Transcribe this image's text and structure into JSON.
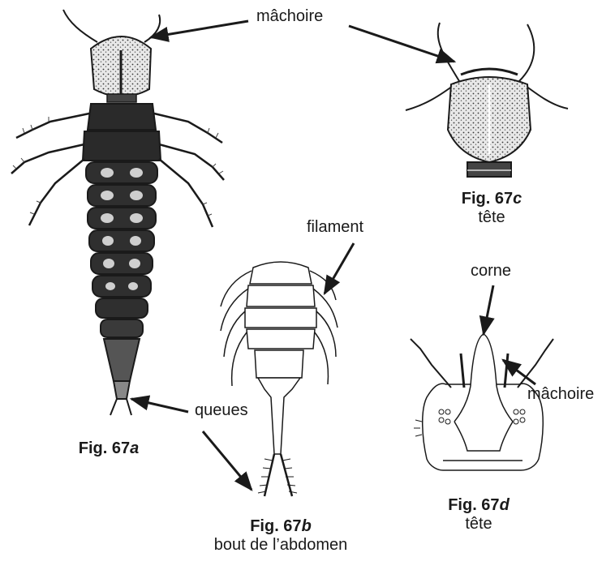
{
  "labels": {
    "machoire_top": "mâchoire",
    "filament": "filament",
    "corne": "corne",
    "machoire_d": "mâchoire",
    "queues": "queues"
  },
  "figures": {
    "a": {
      "fig": "Fig. 67",
      "letter": "a",
      "caption": ""
    },
    "b": {
      "fig": "Fig. 67",
      "letter": "b",
      "caption": "bout de l’abdomen"
    },
    "c": {
      "fig": "Fig. 67",
      "letter": "c",
      "caption": "tête"
    },
    "d": {
      "fig": "Fig. 67",
      "letter": "d",
      "caption": "tête"
    }
  },
  "colors": {
    "ink": "#1a1a1a",
    "dark_fill": "#2a2a2a",
    "mid_fill": "#6b6b6b",
    "light_fill": "#d9d9d9"
  }
}
